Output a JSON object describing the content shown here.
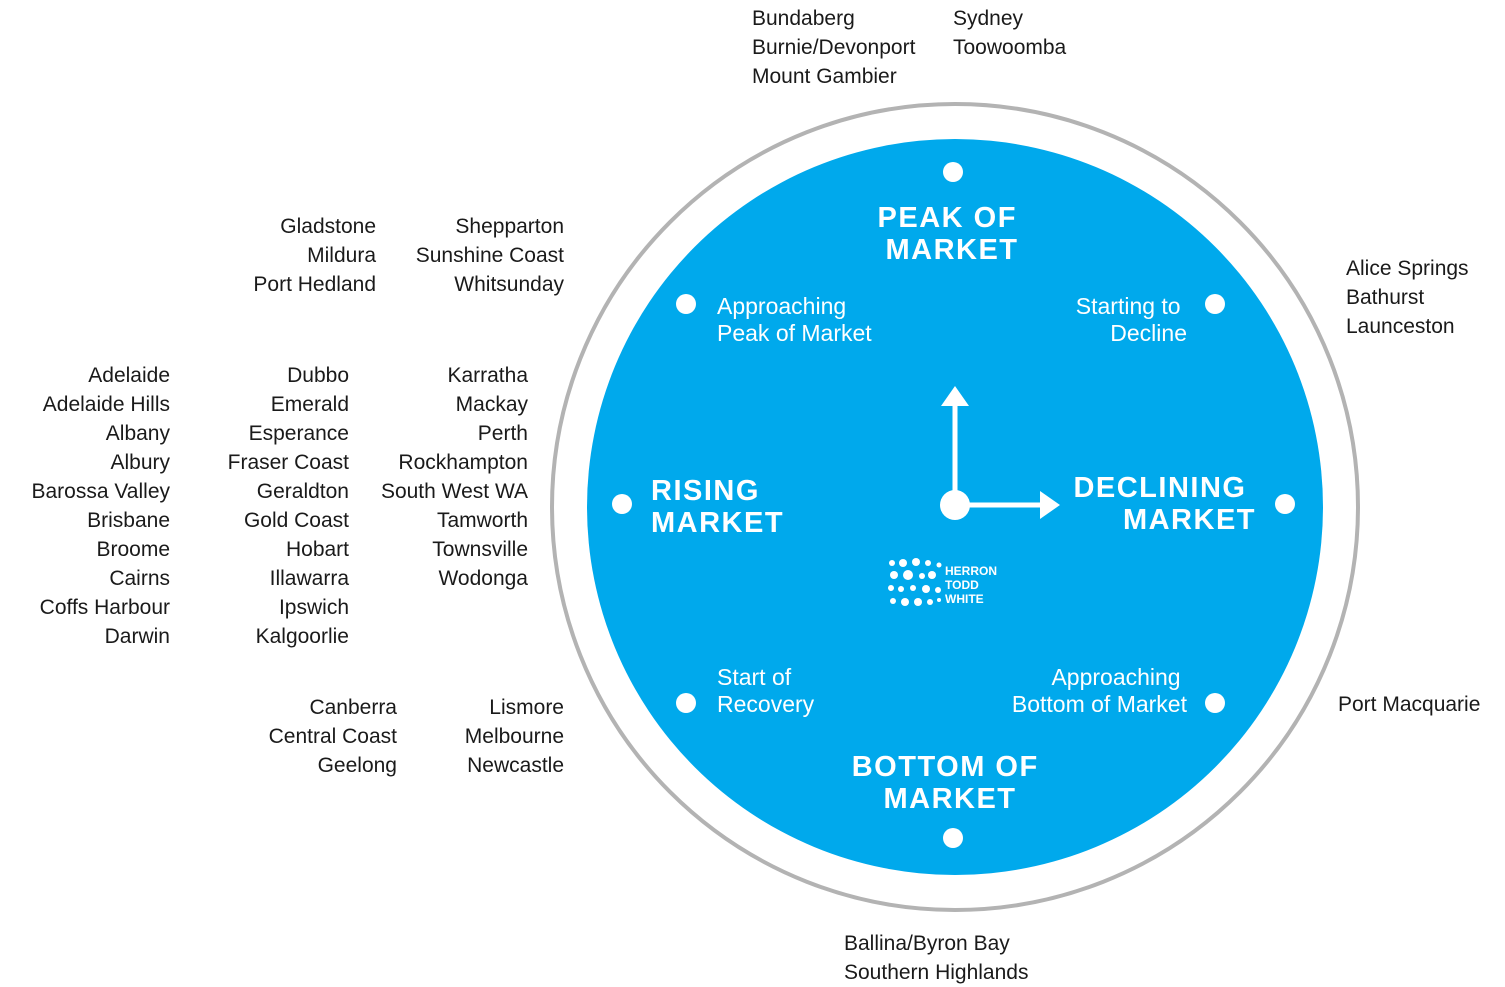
{
  "diagram": {
    "colors": {
      "face": "#00a9ec",
      "ring": "#b3b3b3",
      "marker": "#ffffff",
      "text_dark": "#1a1a1a"
    },
    "phases": {
      "peak": [
        "PEAK OF",
        "MARKET"
      ],
      "declining": [
        "DECLINING",
        "MARKET"
      ],
      "bottom": [
        "BOTTOM OF",
        "MARKET"
      ],
      "rising": [
        "RISING",
        "MARKET"
      ]
    },
    "stages": {
      "approaching_peak": [
        "Approaching",
        "Peak of Market"
      ],
      "starting_decline": [
        "Starting to",
        "Decline"
      ],
      "approaching_bottom": [
        "Approaching",
        "Bottom of Market"
      ],
      "start_recovery": [
        "Start of",
        "Recovery"
      ]
    },
    "logo": {
      "lines": [
        "HERRON",
        "TODD",
        "WHITE"
      ],
      "icon": "herron-todd-white-dots-logo"
    },
    "hands": {
      "icon_hour": "arrow-up-icon",
      "icon_minute": "arrow-right-icon"
    }
  },
  "regions": {
    "peak": {
      "col1": [
        "Bundaberg",
        "Burnie/Devonport",
        "Mount Gambier"
      ],
      "col2": [
        "Sydney",
        "Toowoomba"
      ]
    },
    "approaching_peak": {
      "col1": [
        "Gladstone",
        "Mildura",
        "Port Hedland"
      ],
      "col2": [
        "Shepparton",
        "Sunshine Coast",
        "Whitsunday"
      ]
    },
    "starting_decline": {
      "col1": [
        "Alice Springs",
        "Bathurst",
        "Launceston"
      ]
    },
    "rising": {
      "col1": [
        "Adelaide",
        "Adelaide Hills",
        "Albany",
        "Albury",
        "Barossa Valley",
        "Brisbane",
        "Broome",
        "Cairns",
        "Coffs Harbour",
        "Darwin"
      ],
      "col2": [
        "Dubbo",
        "Emerald",
        "Esperance",
        "Fraser Coast",
        "Geraldton",
        "Gold Coast",
        "Hobart",
        "Illawarra",
        "Ipswich",
        "Kalgoorlie"
      ],
      "col3": [
        "Karratha",
        "Mackay",
        "Perth",
        "Rockhampton",
        "South West WA",
        "Tamworth",
        "Townsville",
        "Wodonga"
      ]
    },
    "start_recovery": {
      "col1": [
        "Canberra",
        "Central Coast",
        "Geelong"
      ],
      "col2": [
        "Lismore",
        "Melbourne",
        "Newcastle"
      ]
    },
    "approaching_bottom": {
      "col1": [
        "Port Macquarie"
      ]
    },
    "bottom": {
      "col1": [
        "Ballina/Byron Bay",
        "Southern Highlands"
      ]
    }
  }
}
